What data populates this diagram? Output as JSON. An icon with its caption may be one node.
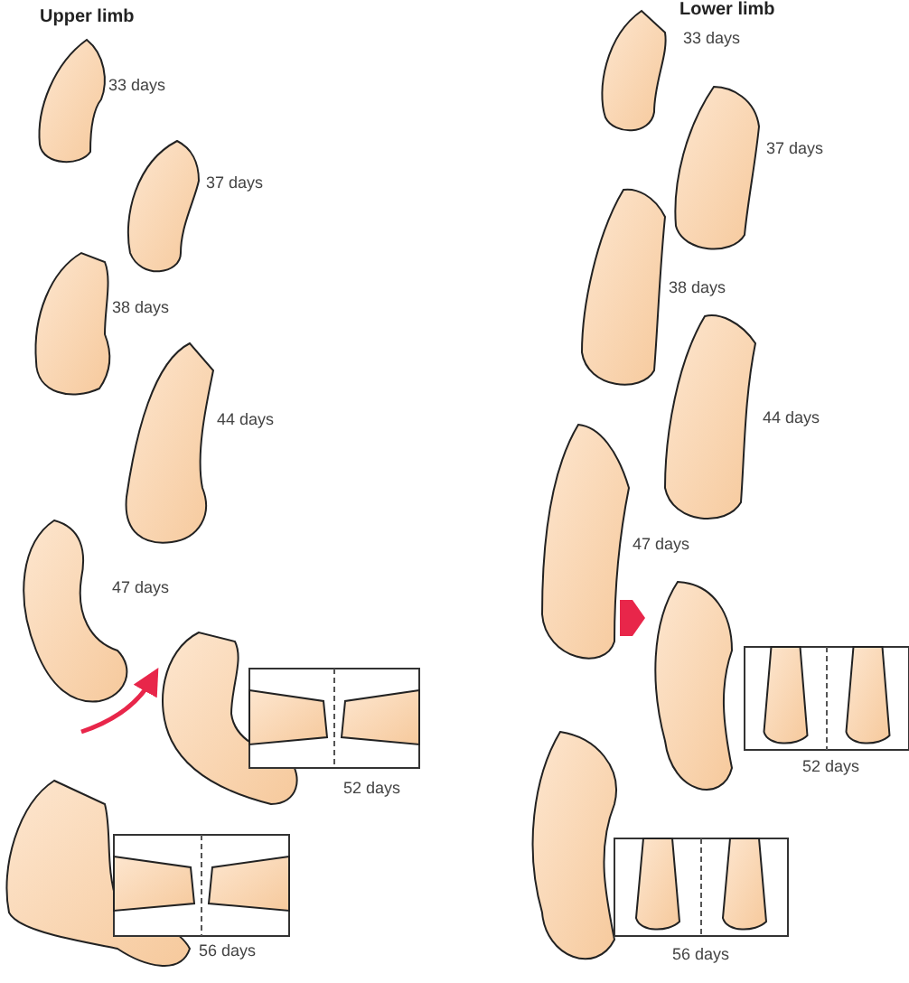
{
  "diagram": {
    "labels": [
      "Upper limb",
      "33 days",
      "37 days",
      "38 days",
      "44 days",
      "47 days",
      "52 days",
      "56 days",
      "Lower limb",
      "33 days",
      "37 days",
      "38 days",
      "44 days",
      "47 days",
      "52 days",
      "56 days"
    ]
  }
}
